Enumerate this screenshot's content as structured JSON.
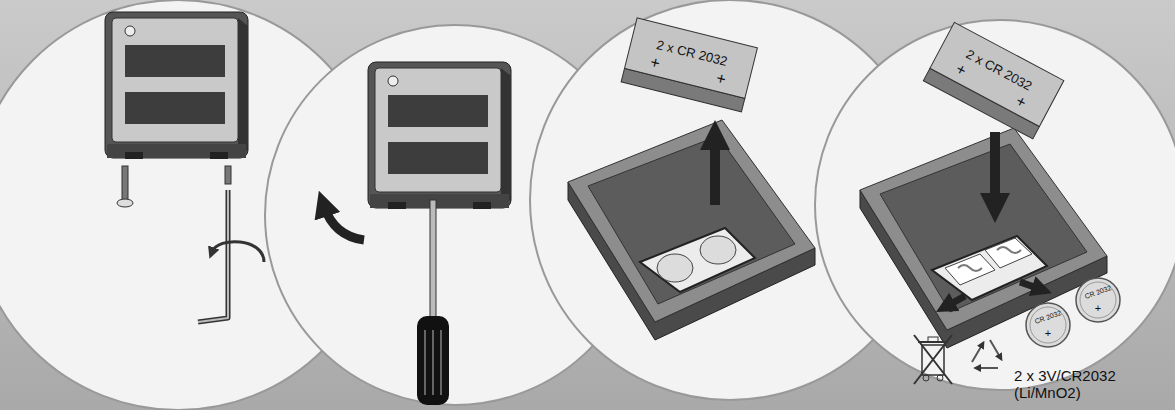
{
  "diagram": {
    "labels": [
      "2 x CR 2032",
      "+",
      "+",
      "2 x CR 2032",
      "+",
      "+",
      "CR 2032",
      "+",
      "CR 2032",
      "+",
      "2 x 3V/CR2032 (Li/MnO2)"
    ]
  }
}
